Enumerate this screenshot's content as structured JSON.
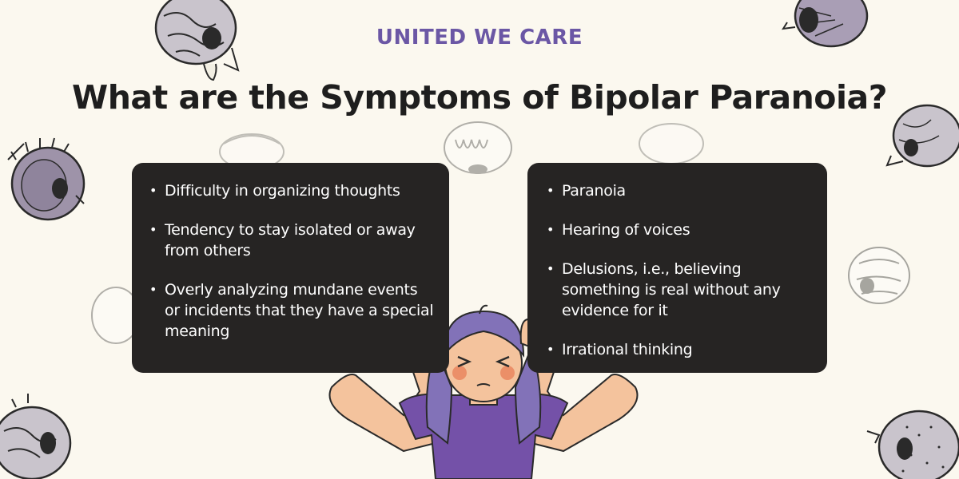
{
  "brand": "UNITED WE CARE",
  "title": "What are the Symptoms of Bipolar Paranoia?",
  "left_symptoms": [
    "Difficulty in organizing thoughts",
    "Tendency to stay isolated or away from others",
    "Overly analyzing mundane events or incidents that they have a special meaning"
  ],
  "right_symptoms": [
    "Paranoia",
    "Hearing of voices",
    "Delusions, i.e., believing something is real without any evidence for it",
    "Irrational thinking"
  ],
  "colors": {
    "background": "#fbf8ef",
    "brand": "#6b57a5",
    "title": "#1e1e1e",
    "card": "#262423",
    "hair": "#8272b8",
    "shirt": "#7451a8",
    "skin": "#f4c39d"
  }
}
